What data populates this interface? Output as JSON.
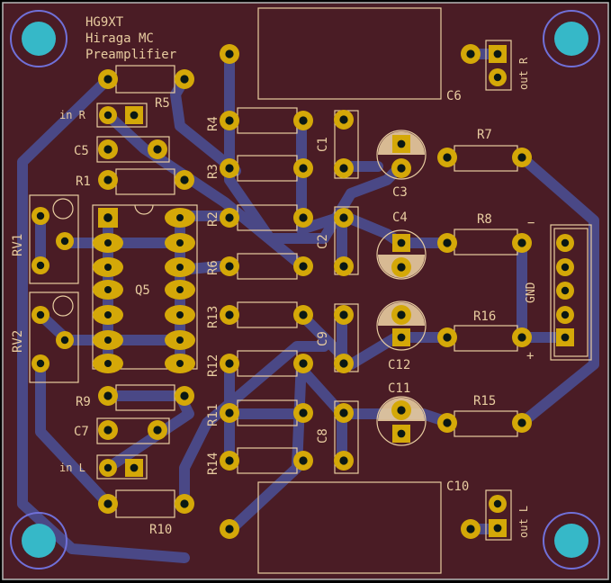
{
  "board": {
    "title_lines": [
      "HG9XT",
      "Hiraga MC",
      "Preamplifier"
    ]
  },
  "labels": {
    "R5": "R5",
    "in_R": "in R",
    "C5": "C5",
    "R1": "R1",
    "RV1": "RV1",
    "RV2": "RV2",
    "Q5": "Q5",
    "R9": "R9",
    "C7": "C7",
    "in_L": "in L",
    "R10": "R10",
    "R4": "R4",
    "R3": "R3",
    "R2": "R2",
    "R6": "R6",
    "R13": "R13",
    "R12": "R12",
    "R11": "R11",
    "R14": "R14",
    "C1": "C1",
    "C2": "C2",
    "C9": "C9",
    "C8": "C8",
    "C3": "C3",
    "C4": "C4",
    "C12": "C12",
    "C11": "C11",
    "R7": "R7",
    "R8": "R8",
    "R16": "R16",
    "R15": "R15",
    "C6": "C6",
    "C10": "C10",
    "out_R": "out R",
    "out_L": "out L",
    "GND": "GND",
    "minus": "−",
    "plus": "+"
  },
  "colors": {
    "substrate": "#4a1c25",
    "trace": "#4a4886",
    "pad": "#d4a808",
    "silk": "#e8cca0",
    "mount_ring": "#7070d8",
    "mount_hole": "#36b8c8",
    "drill": "#0a1814",
    "edge": "#c8c8c8"
  }
}
